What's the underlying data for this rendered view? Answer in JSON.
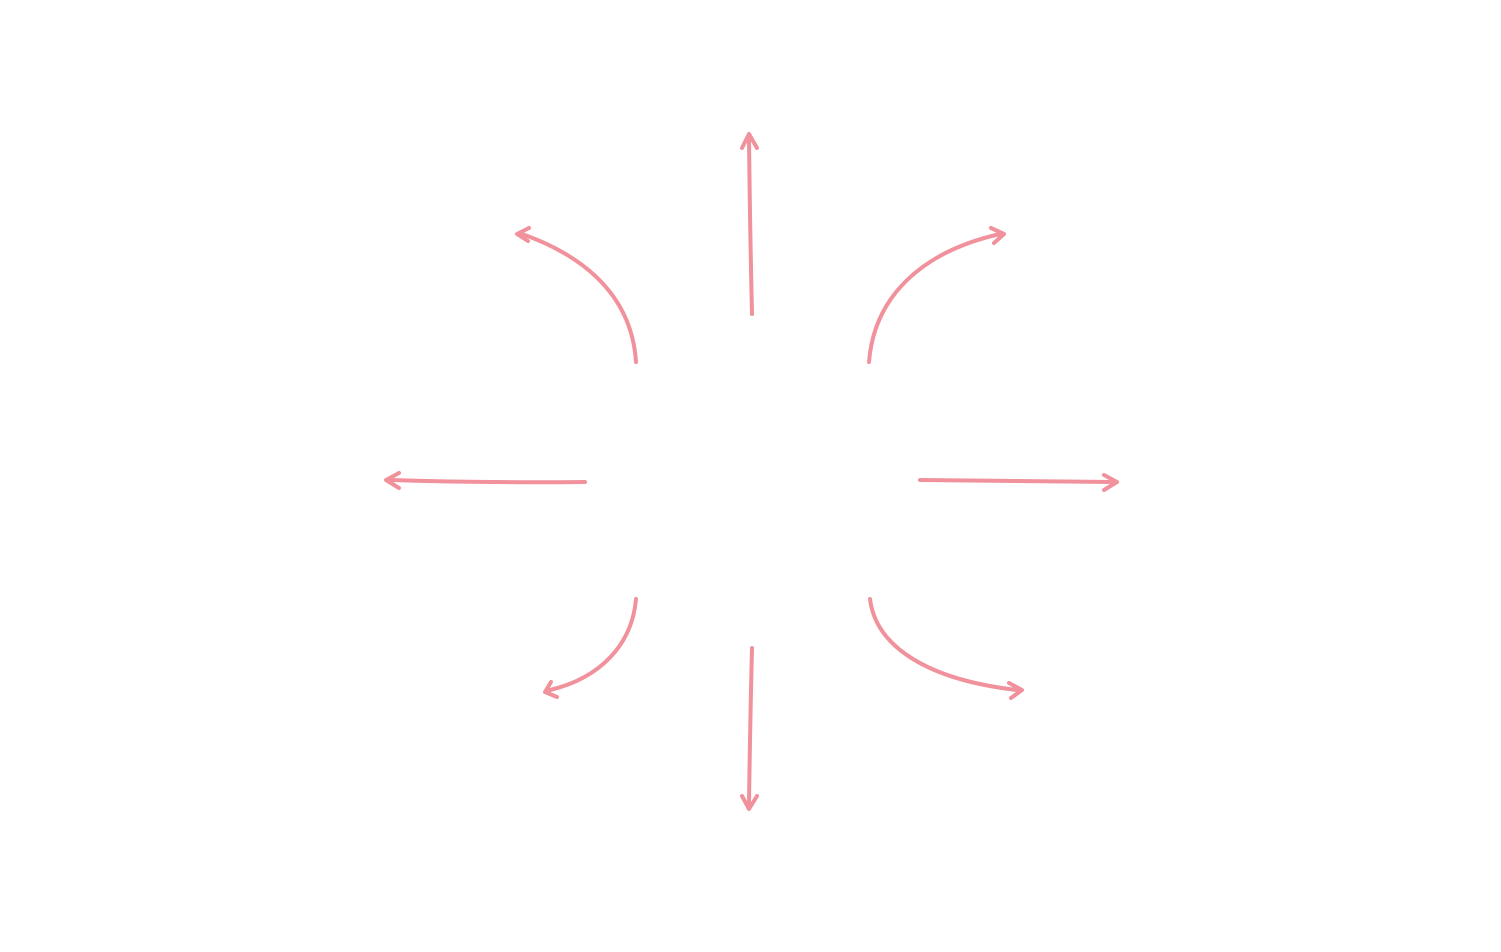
{
  "diagram": {
    "type": "radial-arrows",
    "arrow_color": "#f0919c",
    "background": "#ffffff",
    "arrows": [
      {
        "name": "arrow-up",
        "direction": "up",
        "style": "straight"
      },
      {
        "name": "arrow-up-left",
        "direction": "up-left",
        "style": "curved"
      },
      {
        "name": "arrow-up-right",
        "direction": "up-right",
        "style": "curved"
      },
      {
        "name": "arrow-left",
        "direction": "left",
        "style": "straight"
      },
      {
        "name": "arrow-right",
        "direction": "right",
        "style": "straight"
      },
      {
        "name": "arrow-down-left",
        "direction": "down-left",
        "style": "curved"
      },
      {
        "name": "arrow-down",
        "direction": "down",
        "style": "straight"
      },
      {
        "name": "arrow-down-right",
        "direction": "down-right",
        "style": "curved"
      }
    ]
  }
}
